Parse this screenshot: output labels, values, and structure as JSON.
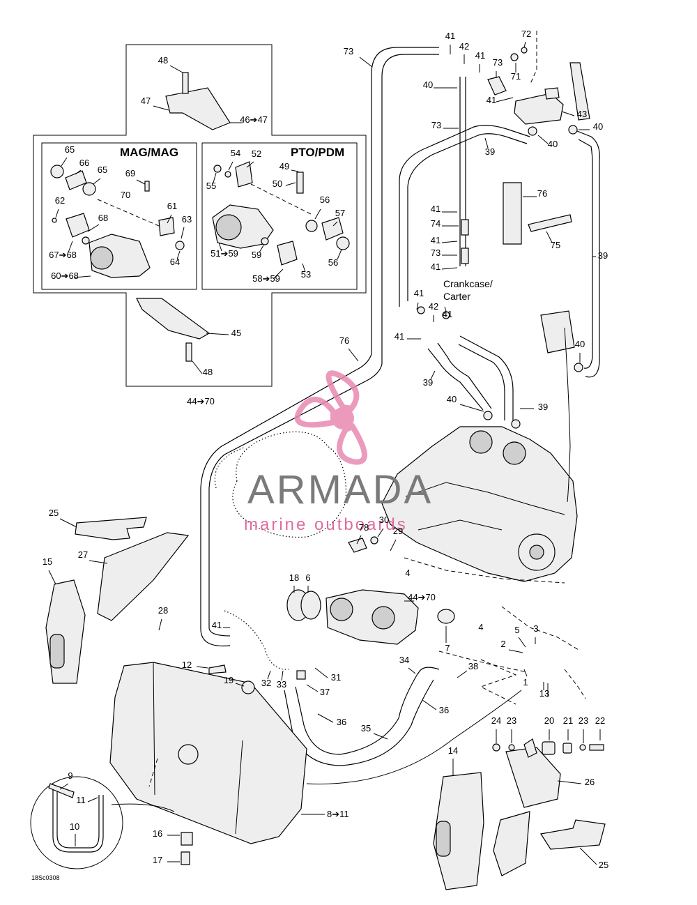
{
  "diagram": {
    "boxes": {
      "mag": {
        "title": "MAG/MAG"
      },
      "pto": {
        "title": "PTO/PDM"
      }
    },
    "labels": [
      "1",
      "2",
      "3",
      "4",
      "4",
      "5",
      "6",
      "7",
      "8➔11",
      "9",
      "10",
      "11",
      "12",
      "13",
      "14",
      "15",
      "16",
      "17",
      "18",
      "19",
      "20",
      "21",
      "22",
      "23",
      "23",
      "24",
      "25",
      "25",
      "26",
      "27",
      "28",
      "29",
      "30",
      "31",
      "32",
      "33",
      "34",
      "35",
      "36",
      "36",
      "37",
      "38",
      "39",
      "39",
      "39",
      "39",
      "40",
      "40",
      "40",
      "40",
      "40",
      "41",
      "41",
      "41",
      "41",
      "41",
      "41",
      "41",
      "41",
      "41",
      "41",
      "42",
      "42",
      "43",
      "44➔70",
      "44➔70",
      "45",
      "46➔47",
      "47",
      "48",
      "48",
      "49",
      "50",
      "51➔59",
      "52",
      "53",
      "54",
      "55",
      "56",
      "56",
      "57",
      "58➔59",
      "59",
      "60➔68",
      "61",
      "62",
      "63",
      "64",
      "65",
      "65",
      "66",
      "67➔68",
      "68",
      "69",
      "70",
      "71",
      "72",
      "73",
      "73",
      "73",
      "73",
      "74",
      "75",
      "76",
      "76",
      "78"
    ],
    "crankcase_note": "Crankcase/\nCarter",
    "figure_code": "18Sc0308",
    "watermark": {
      "brand": "ARMADA",
      "tagline": "marine outboards"
    }
  }
}
